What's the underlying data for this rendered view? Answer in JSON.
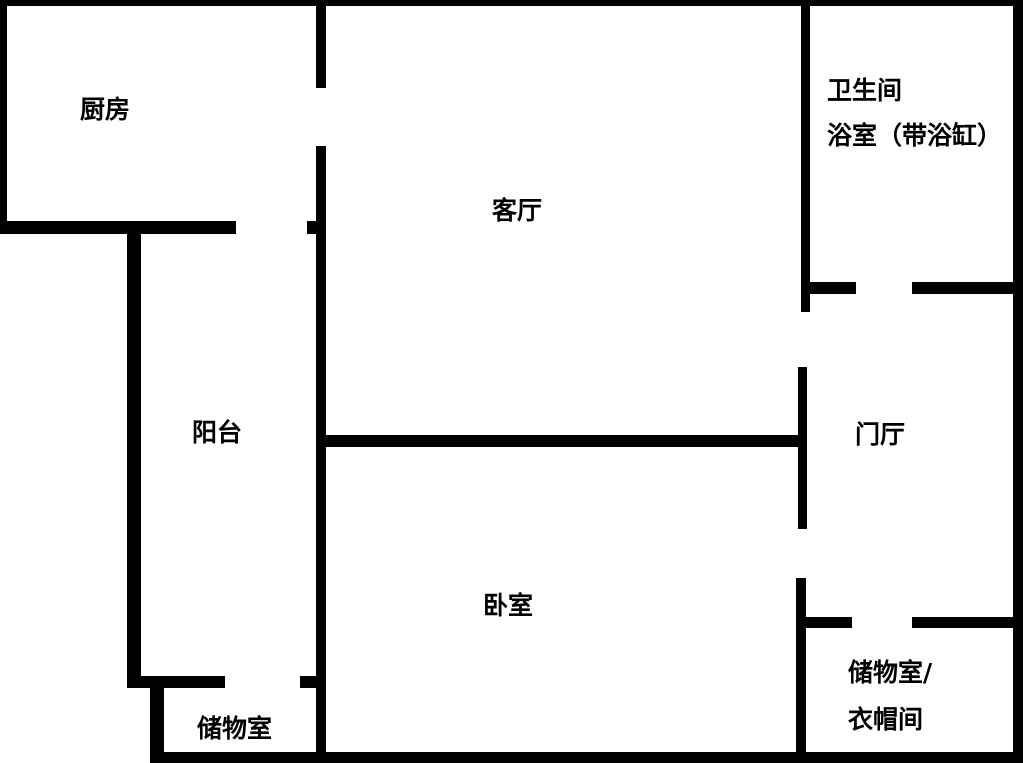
{
  "plan": {
    "wall_color": "#000000",
    "background": "#ffffff",
    "rooms": {
      "kitchen": "厨房",
      "living_room": "客厅",
      "bathroom_line1": "卫生间",
      "bathroom_line2": "浴室（带浴缸）",
      "balcony": "阳台",
      "entrance_hall": "门厅",
      "bedroom": "卧室",
      "storage_left": "储物室",
      "storage_right_line1": "储物室/",
      "storage_right_line2": "衣帽间"
    }
  }
}
